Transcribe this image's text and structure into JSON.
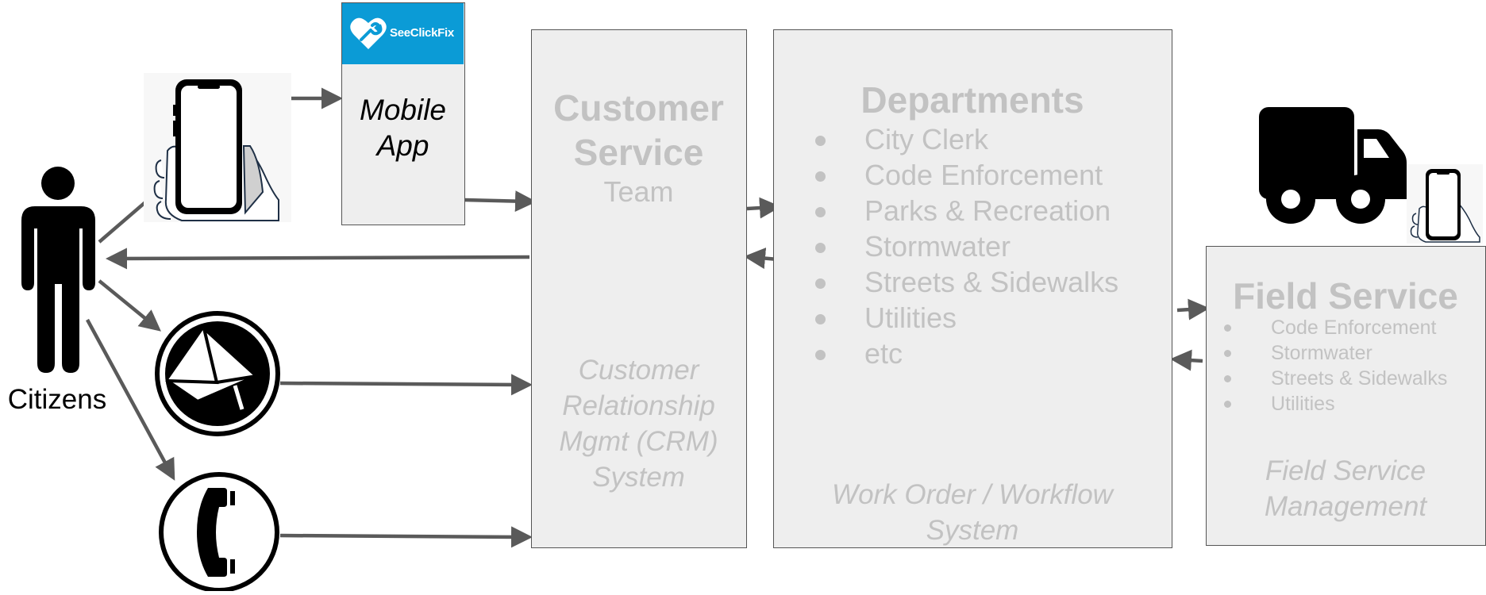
{
  "citizens": {
    "label": "Citizens"
  },
  "mobile_app": {
    "brand": "SeeClickFix",
    "title_line1": "Mobile",
    "title_line2": "App"
  },
  "customer_service": {
    "title_line1": "Customer",
    "title_line2": "Service",
    "subtitle": "Team",
    "system_lines": [
      "Customer",
      "Relationship",
      "Mgmt (CRM)",
      "System"
    ]
  },
  "departments": {
    "title": "Departments",
    "items": [
      "City Clerk",
      "Code Enforcement",
      "Parks & Recreation",
      "Stormwater",
      "Streets & Sidewalks",
      "Utilities",
      "etc"
    ],
    "system_lines": [
      "Work Order / Workflow",
      "System"
    ]
  },
  "field_service": {
    "title": "Field Service",
    "items": [
      "Code Enforcement",
      "Stormwater",
      "Streets & Sidewalks",
      "Utilities"
    ],
    "system_lines": [
      "Field Service",
      "Management"
    ]
  },
  "icons": [
    "person-icon",
    "smartphone-hand-icon",
    "email-icon",
    "phone-icon",
    "truck-icon",
    "seeclickfix-logo-icon"
  ],
  "colors": {
    "box_fill": "#eeeeee",
    "box_border": "#555555",
    "muted_text": "#c2c2c2",
    "arrow": "#5a5a5a",
    "brand_blue": "#0b9bd6"
  }
}
